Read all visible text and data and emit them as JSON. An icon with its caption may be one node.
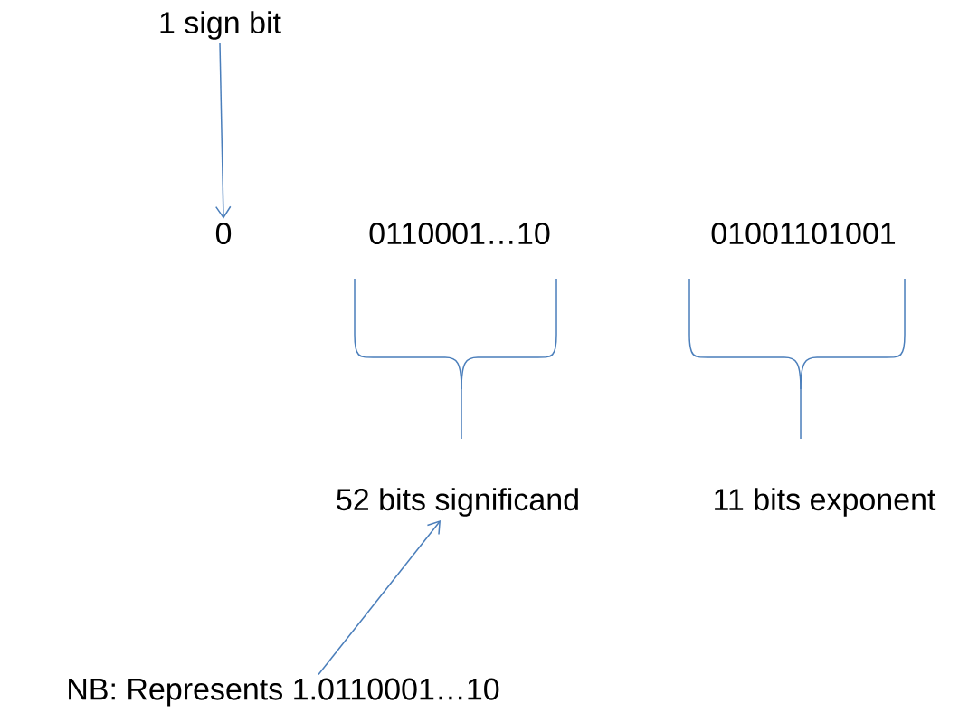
{
  "diagram": {
    "nodes": [
      {
        "text": [
          "1 sign bit"
        ]
      },
      {
        "text": [
          "0"
        ]
      },
      {
        "text": [
          "0110001…10"
        ]
      },
      {
        "text": [
          "01001101001"
        ]
      },
      {
        "text": [
          "52 bits significand"
        ]
      },
      {
        "text": [
          "11 bits exponent"
        ]
      },
      {
        "text": [
          "NB: Represents 1.0110001…10"
        ]
      }
    ],
    "edges": [
      {
        "from": 0,
        "to": 1,
        "arrow": "to"
      },
      {
        "from": 6,
        "to": 4,
        "arrow": "to"
      }
    ]
  }
}
